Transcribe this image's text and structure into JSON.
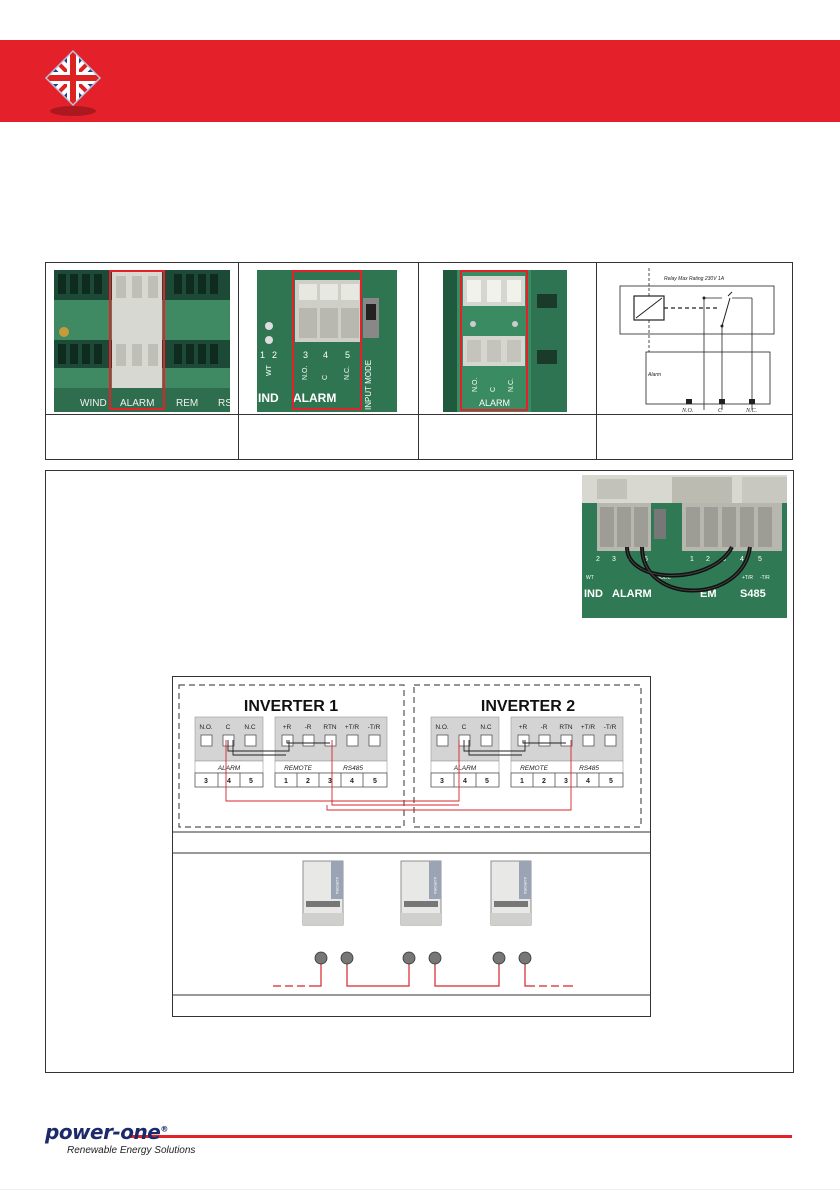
{
  "header": {
    "banner_color": "#e4212b",
    "flag_icon": "uk-flag-icon"
  },
  "photos": [
    {
      "name": "photo-connector-board-1",
      "labels": [
        "WIND",
        "ALARM",
        "REM",
        "RS"
      ]
    },
    {
      "name": "photo-connector-board-2",
      "labels": [
        "1",
        "2",
        "3",
        "4",
        "5",
        "WT",
        "IND",
        "ALARM",
        "N.O.",
        "C",
        "N.C.",
        "INPUT MODE"
      ]
    },
    {
      "name": "photo-connector-board-3",
      "labels": [
        "ALARM",
        "N.O.",
        "C",
        "N.C."
      ]
    },
    {
      "name": "relay-schematic",
      "labels": [
        "Relay  Max Rating 230V 1A",
        "Alarm",
        "N.O.",
        "C",
        "N.C."
      ]
    }
  ],
  "wiring_photo": {
    "labels": [
      "2",
      "3",
      "4",
      "5",
      "1",
      "2",
      "3",
      "4",
      "5",
      "IND",
      "ALARM",
      "EM",
      "S485",
      "WT",
      "MODE",
      "+T/R",
      "-T/R"
    ]
  },
  "inverters": [
    {
      "title": "INVERTER 1",
      "terminals_top": [
        "N.O.",
        "C",
        "N.C",
        "+R",
        "-R",
        "RTN",
        "+T/R",
        "-T/R"
      ],
      "group_labels": [
        "ALARM",
        "REMOTE",
        "RS485"
      ],
      "numbers": [
        "3",
        "4",
        "5",
        "1",
        "2",
        "3",
        "4",
        "5"
      ]
    },
    {
      "title": "INVERTER 2",
      "terminals_top": [
        "N.O.",
        "C",
        "N.C",
        "+R",
        "-R",
        "RTN",
        "+T/R",
        "-T/R"
      ],
      "group_labels": [
        "ALARM",
        "REMOTE",
        "RS485"
      ],
      "numbers": [
        "3",
        "4",
        "5",
        "1",
        "2",
        "3",
        "4",
        "5"
      ]
    }
  ],
  "units": [
    {
      "brand": "AURORA"
    },
    {
      "brand": "AURORA"
    },
    {
      "brand": "AURORA"
    }
  ],
  "footer": {
    "logo_text": "power-one",
    "logo_reg": "®",
    "tagline": "Renewable Energy Solutions",
    "line_color": "#e4212b"
  }
}
